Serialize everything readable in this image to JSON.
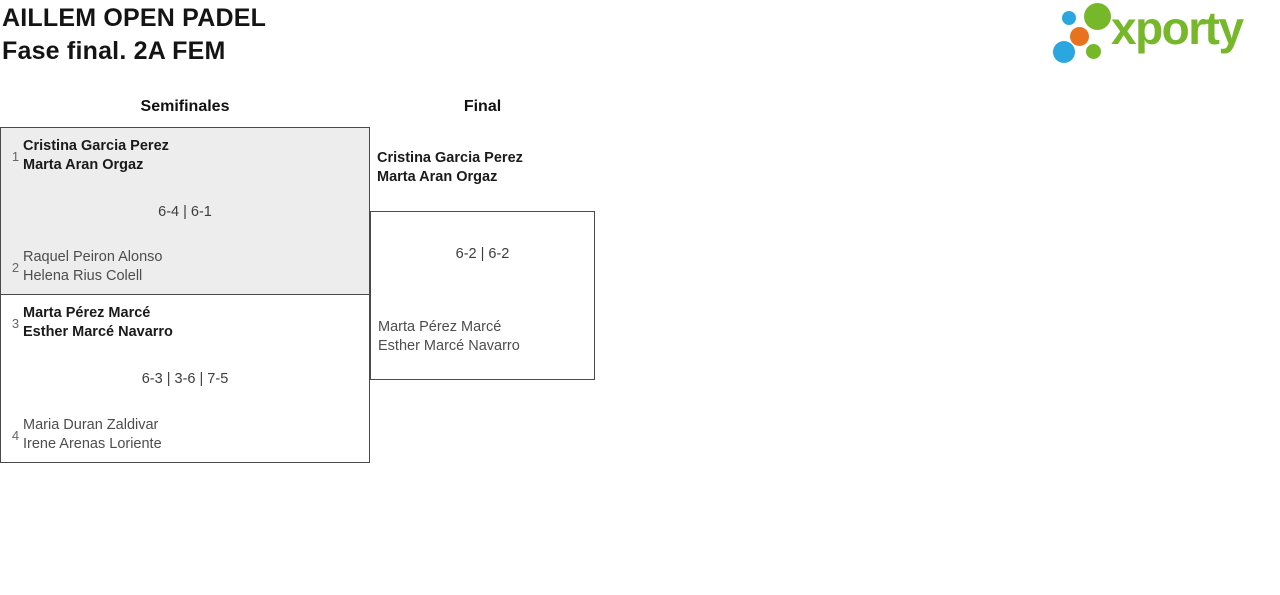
{
  "page": {
    "title_line1": "AILLEM OPEN PADEL",
    "title_line2": "Fase final. 2A FEM"
  },
  "logo": {
    "brand": "xporty",
    "dot_colors": {
      "green": "#76b82a",
      "blue": "#2aa7df",
      "orange": "#e8731e"
    }
  },
  "bracket": {
    "round_headers": {
      "semifinals": "Semifinales",
      "final": "Final"
    },
    "semifinal1": {
      "seed1": "1",
      "team1_player1": "Cristina Garcia Perez",
      "team1_player2": "Marta Aran Orgaz",
      "score": "6-4 | 6-1",
      "seed2": "2",
      "team2_player1": "Raquel Peiron Alonso",
      "team2_player2": "Helena Rius Colell"
    },
    "semifinal2": {
      "seed1": "3",
      "team1_player1": "Marta Pérez Marcé",
      "team1_player2": "Esther Marcé Navarro",
      "score": "6-3 | 3-6 | 7-5",
      "seed2": "4",
      "team2_player1": "Maria Duran Zaldivar",
      "team2_player2": "Irene Arenas Loriente"
    },
    "final": {
      "team1_player1": "Cristina Garcia Perez",
      "team1_player2": "Marta Aran Orgaz",
      "score": "6-2 | 6-2",
      "team2_player1": "Marta Pérez Marcé",
      "team2_player2": "Esther Marcé Navarro"
    }
  }
}
